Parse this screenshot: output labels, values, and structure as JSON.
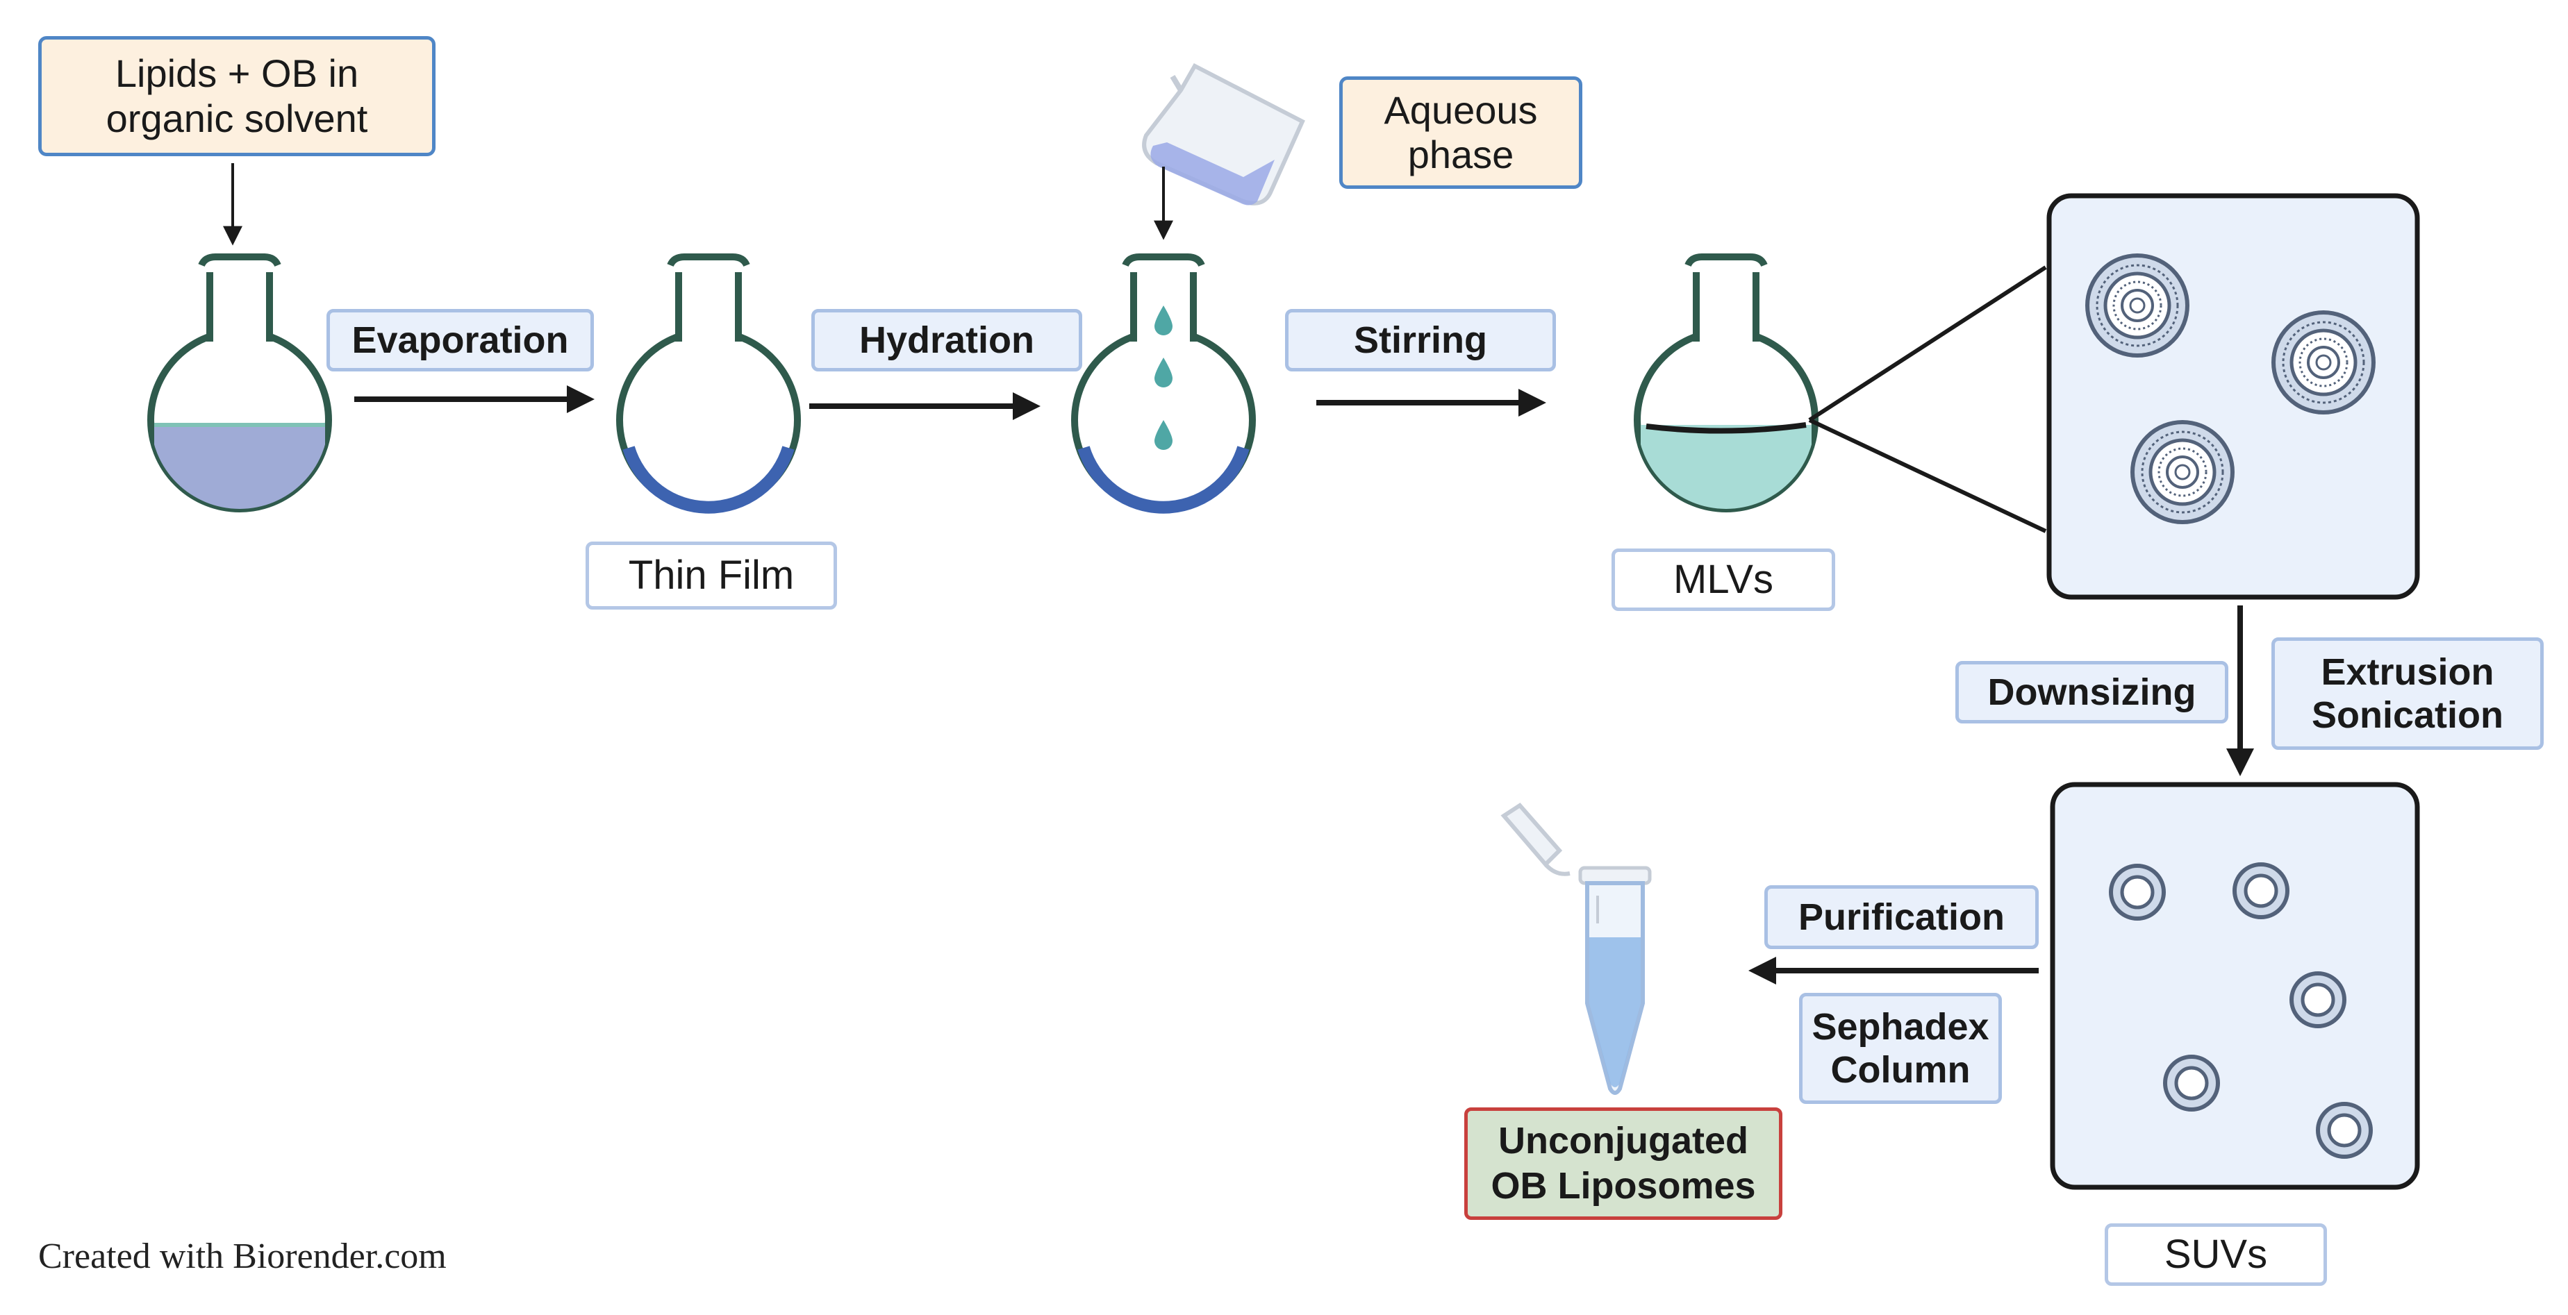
{
  "inputs": {
    "organic": "Lipids + OB in\norganic solvent",
    "aqueous": "Aqueous\nphase"
  },
  "steps": {
    "evaporation": "Evaporation",
    "hydration": "Hydration",
    "stirring": "Stirring",
    "downsizing": "Downsizing",
    "extrusion_sonication": "Extrusion\nSonication",
    "purification": "Purification",
    "sephadex_column": "Sephadex\nColumn"
  },
  "products": {
    "thin_film": "Thin Film",
    "mlvs": "MLVs",
    "suvs": "SUVs",
    "final": "Unconjugated\nOB Liposomes"
  },
  "credit": "Created with Biorender.com",
  "colors": {
    "flask_outline": "#2f5a4c",
    "lipid_solution": "#9fabd6",
    "thin_film": "#3d63b0",
    "aqueous_drop": "#4fa7a5",
    "mlv_liquid": "#a8dcd6",
    "panel_fill": "#eaf1fb",
    "arrow": "#1a1a1a",
    "tube_blue": "#8fb8e8",
    "final_border": "#c8403d",
    "final_fill": "#d5e3cf"
  }
}
